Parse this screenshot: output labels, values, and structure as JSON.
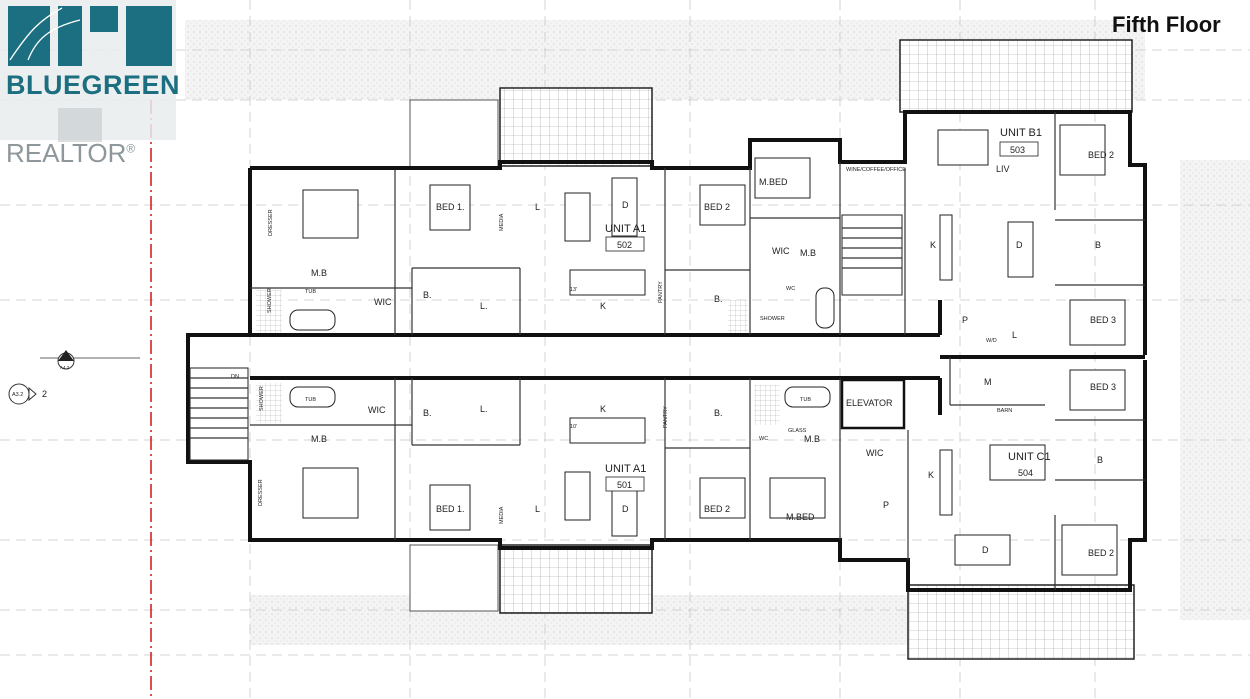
{
  "title": "Fifth Floor",
  "logo": {
    "brand": "BLUEGREEN",
    "realtor": "REALTOR",
    "registered_mark": "®"
  },
  "colors": {
    "brand_teal": "#1c6f80",
    "logo_grey": "#8e979b",
    "wall": "#111111",
    "red_line": "#d22222"
  },
  "units": [
    {
      "name": "UNIT A1",
      "number": "502"
    },
    {
      "name": "UNIT A1",
      "number": "501"
    },
    {
      "name": "UNIT B1",
      "number": "503"
    },
    {
      "name": "UNIT C1",
      "number": "504"
    }
  ],
  "rooms": {
    "m_b": "M.B",
    "wic": "WIC",
    "bed_1": "BED 1.",
    "bed_2": "BED 2",
    "bed_3": "BED 3",
    "k": "K",
    "l": "L.",
    "l_short": "L",
    "d": "D",
    "b": "B",
    "b_dot": "B.",
    "m": "M",
    "p": "P",
    "liv": "LIV",
    "m_bed": "M.BED",
    "elevator": "ELEVATOR",
    "wine": "WINE/COFFEE/OFFICE",
    "shower": "SHOWER",
    "tub": "TUB",
    "dresser": "DRESSER",
    "media": "MEDIA",
    "pantry": "PANTRY",
    "glass": "GLASS",
    "barn": "BARN",
    "dn": "DN",
    "wc": "WC",
    "w_d": "W/D",
    "dim_10": "10'",
    "dim_13": "13'"
  },
  "section_marks": {
    "a32": "A3.2",
    "two": "2",
    "a42": "A4.2"
  }
}
